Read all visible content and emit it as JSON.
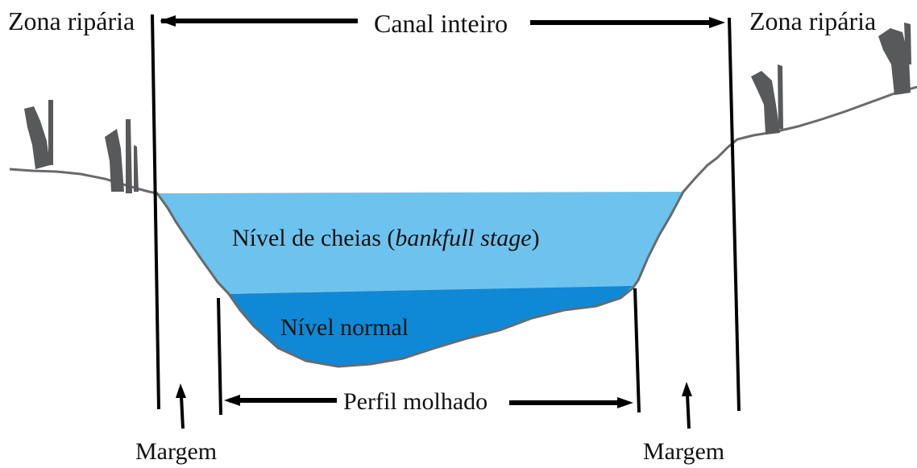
{
  "labels": {
    "riparian_left": "Zona ripária",
    "riparian_right": "Zona ripária",
    "whole_channel": "Canal inteiro",
    "bankfull_main": "Nível de cheias (",
    "bankfull_italic": "bankfull stage",
    "bankfull_close": ")",
    "normal_level": "Nível normal",
    "wetted_perimeter": "Perfil molhado",
    "bank_left": "Margem",
    "bank_right": "Margem"
  },
  "colors": {
    "bankfull_water": "#6EC3EE",
    "normal_water": "#0F89D6",
    "ground_line": "#6A6A6A",
    "tree": "#58595B",
    "lines": "#000000"
  }
}
